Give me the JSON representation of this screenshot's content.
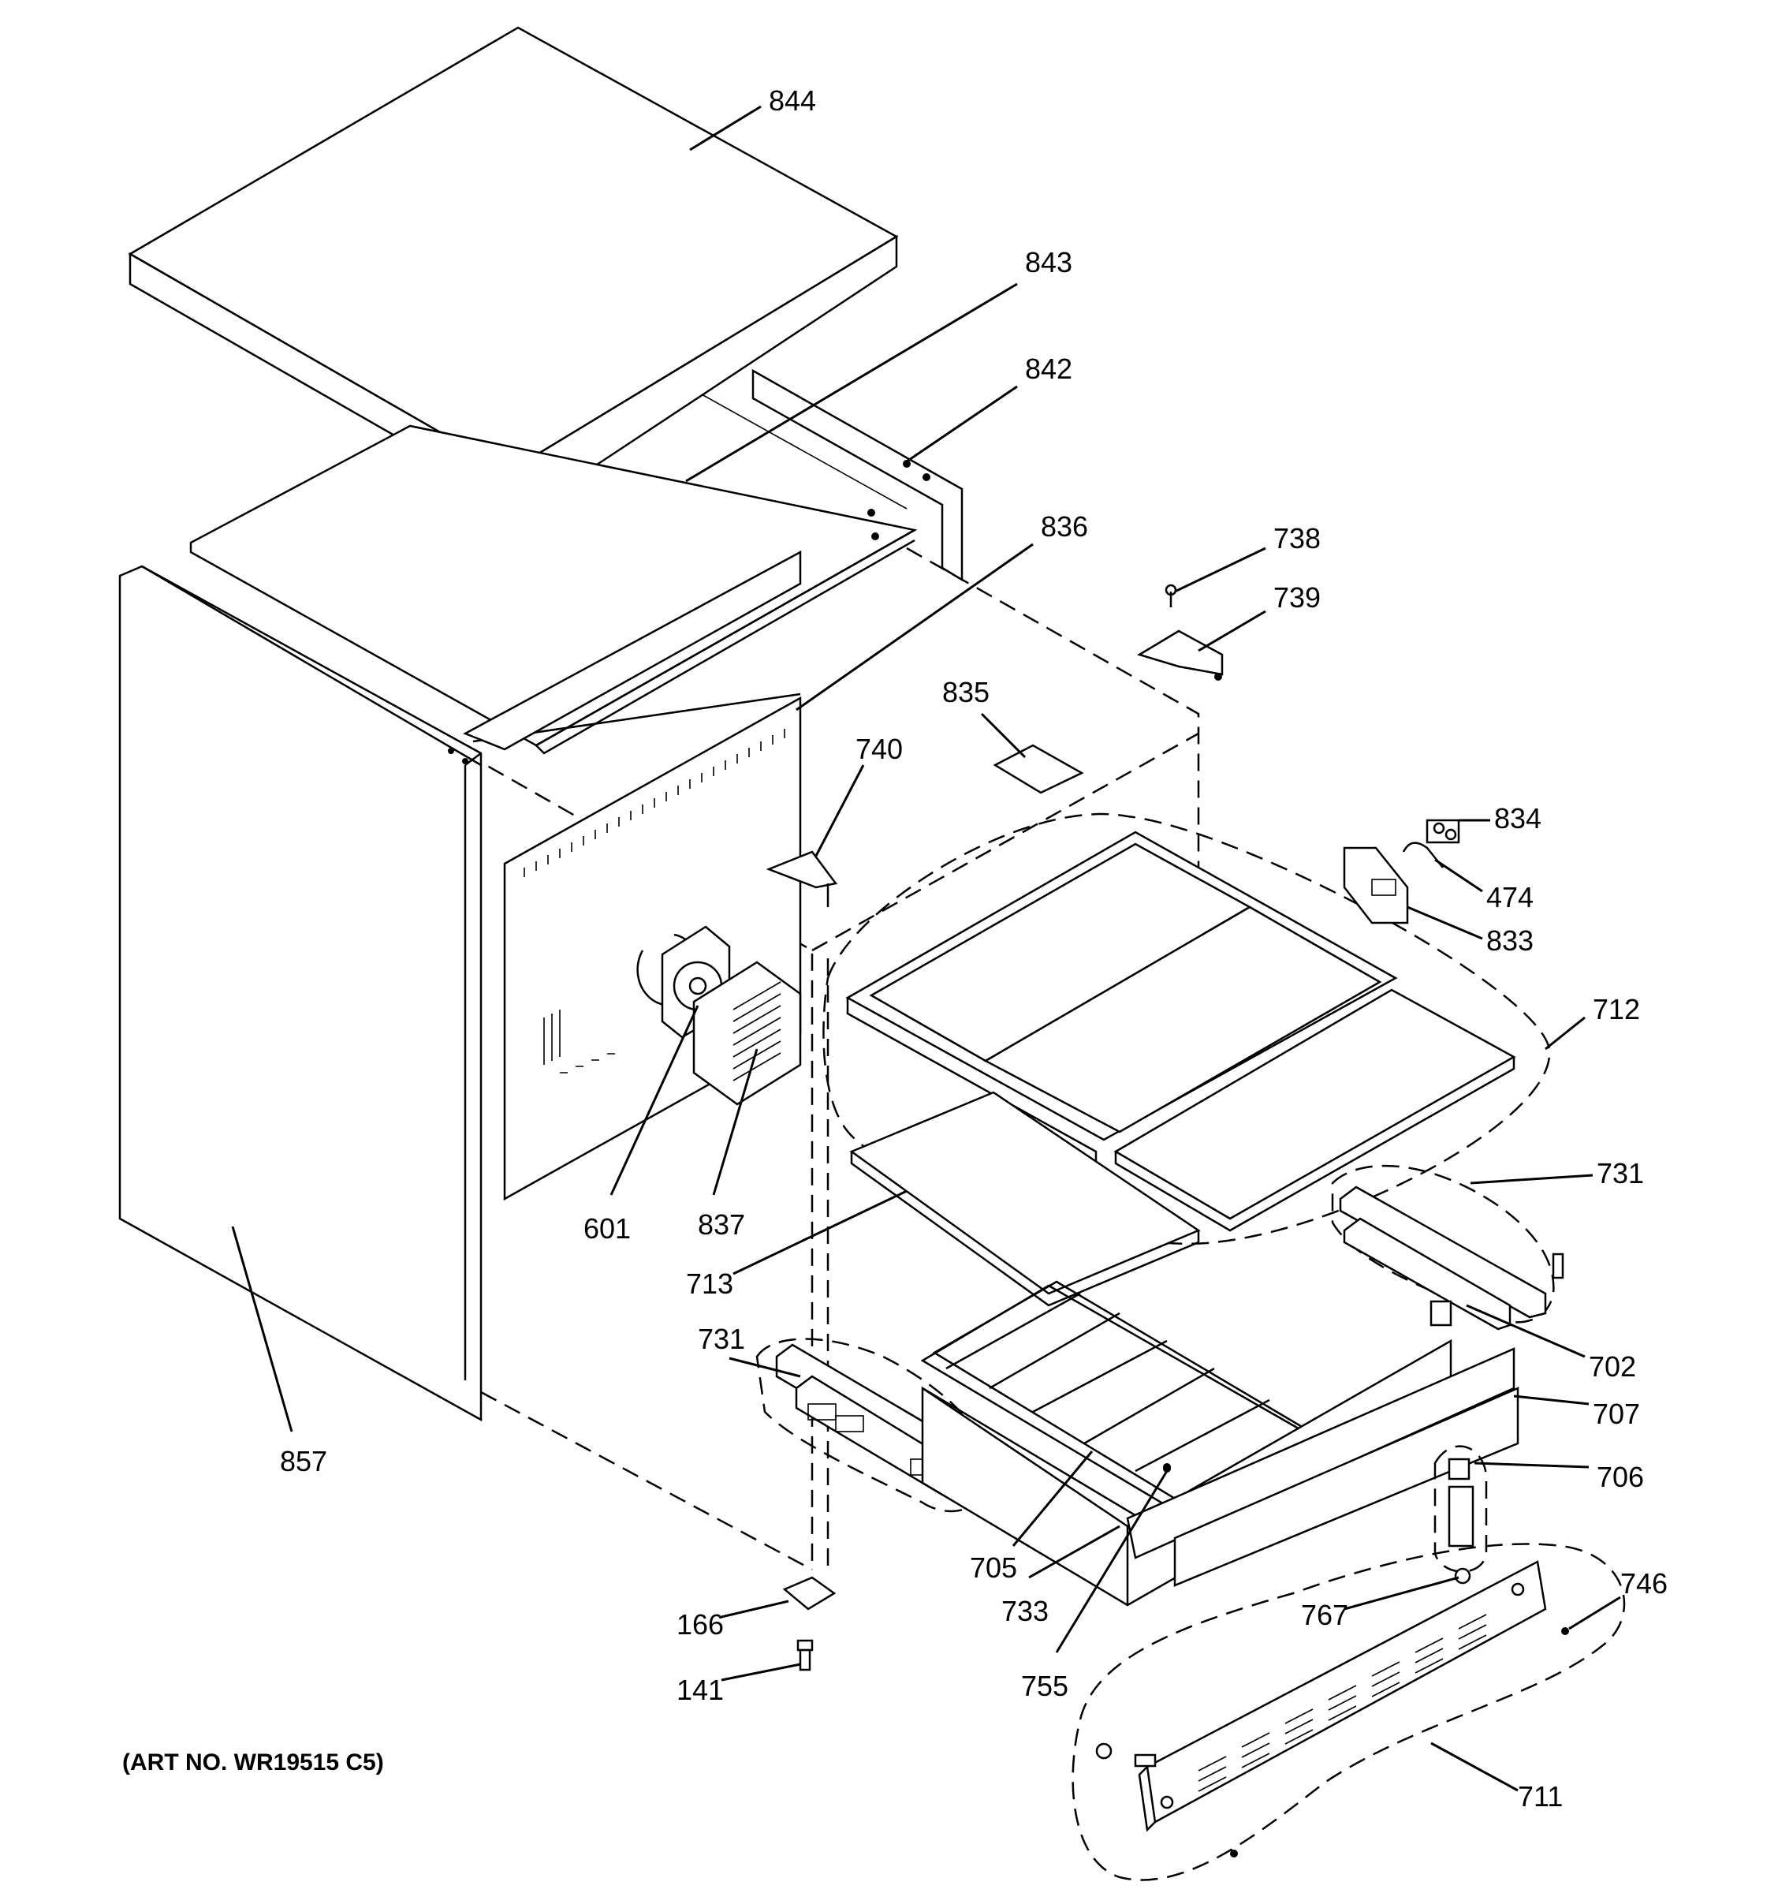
{
  "diagram": {
    "art_number": "(ART NO. WR19515 C5)",
    "callouts": [
      {
        "id": "844",
        "label": "844"
      },
      {
        "id": "843",
        "label": "843"
      },
      {
        "id": "842",
        "label": "842"
      },
      {
        "id": "836",
        "label": "836"
      },
      {
        "id": "738",
        "label": "738"
      },
      {
        "id": "739",
        "label": "739"
      },
      {
        "id": "835",
        "label": "835"
      },
      {
        "id": "740",
        "label": "740"
      },
      {
        "id": "834",
        "label": "834"
      },
      {
        "id": "474",
        "label": "474"
      },
      {
        "id": "833",
        "label": "833"
      },
      {
        "id": "712",
        "label": "712"
      },
      {
        "id": "601",
        "label": "601"
      },
      {
        "id": "837",
        "label": "837"
      },
      {
        "id": "731a",
        "label": "731"
      },
      {
        "id": "713",
        "label": "713"
      },
      {
        "id": "731b",
        "label": "731"
      },
      {
        "id": "702",
        "label": "702"
      },
      {
        "id": "707",
        "label": "707"
      },
      {
        "id": "706",
        "label": "706"
      },
      {
        "id": "857",
        "label": "857"
      },
      {
        "id": "705",
        "label": "705"
      },
      {
        "id": "733",
        "label": "733"
      },
      {
        "id": "755",
        "label": "755"
      },
      {
        "id": "166",
        "label": "166"
      },
      {
        "id": "767",
        "label": "767"
      },
      {
        "id": "746",
        "label": "746"
      },
      {
        "id": "141",
        "label": "141"
      },
      {
        "id": "711",
        "label": "711"
      }
    ]
  }
}
